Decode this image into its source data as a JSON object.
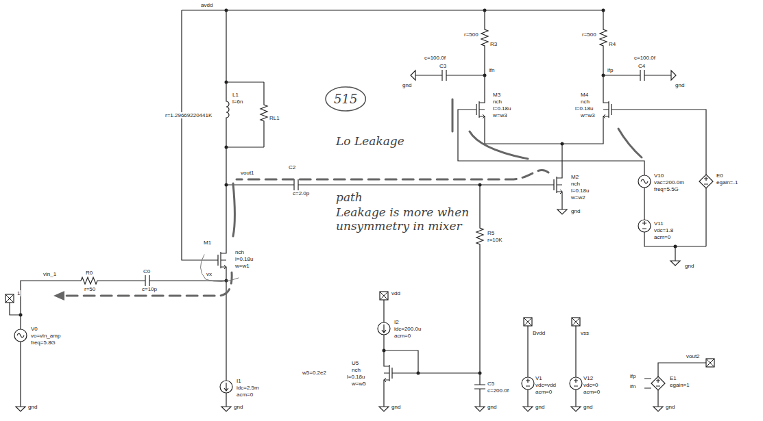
{
  "diagram": {
    "nodes": [
      {
        "text": [
          "515"
        ]
      }
    ],
    "labels": [
      "avdd",
      "L1",
      "l=6n",
      "r=1.29669220441K",
      "RL1",
      "vout1",
      "C2",
      "c=2.0p",
      "M1",
      "nch",
      "l=0.18u",
      "w=w1",
      "vin_1",
      "vx",
      "C0",
      "c=10p",
      "R0",
      "r=50",
      "1",
      "V0",
      "vo=vin_amp",
      "freq=5.8G",
      "gnd",
      "I1",
      "idc=2.5m",
      "acm=0",
      "gnd",
      "r=500",
      "R3",
      "ifn",
      "C3",
      "c=100.0f",
      "gnd",
      "r=500",
      "R4",
      "ifp",
      "C4",
      "c=100.0f",
      "gnd",
      "M3",
      "nch",
      "l=0.18u",
      "w=w3",
      "M4",
      "nch",
      "l=0.18u",
      "w=w3",
      "M2",
      "nch",
      "l=0.18u",
      "w=w2",
      "gnd",
      "V10",
      "vac=200.0m",
      "freq=5.5G",
      "E0",
      "egain=-1",
      "V11",
      "vdc=1.8",
      "acm=0",
      "gnd",
      "vdd",
      "I2",
      "idc=200.0u",
      "acm=0",
      "U5",
      "nch",
      "l=0.18u",
      "w=w5",
      "w5=0.2e2",
      "gnd",
      "R5",
      "r=10K",
      "C5",
      "c=200.0f",
      "gnd",
      "Bvdd",
      "vss",
      "V1",
      "vdc=vdd",
      "acm=0",
      "gnd",
      "V12",
      "vdc=0",
      "acm=0",
      "gnd",
      "ifp",
      "ifn",
      "E1",
      "egain=1",
      "vout2",
      "gnd",
      "Lo Leakage",
      "path",
      "Leakage is more when unsymmetry in mixer"
    ]
  }
}
